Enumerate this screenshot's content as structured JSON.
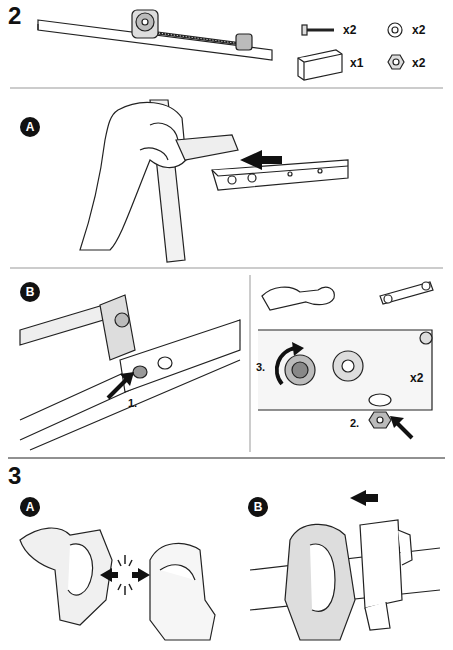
{
  "diagram": {
    "nodes": [
      {
        "text": [
          "A"
        ]
      },
      {
        "text": [
          "B"
        ]
      },
      {
        "text": [
          "A"
        ]
      },
      {
        "text": [
          "B"
        ]
      }
    ],
    "edges": [],
    "labels": [
      "2",
      "x2",
      "x2",
      "x1",
      "x2",
      "1.",
      "3.",
      "2.",
      "x2",
      "3"
    ]
  }
}
